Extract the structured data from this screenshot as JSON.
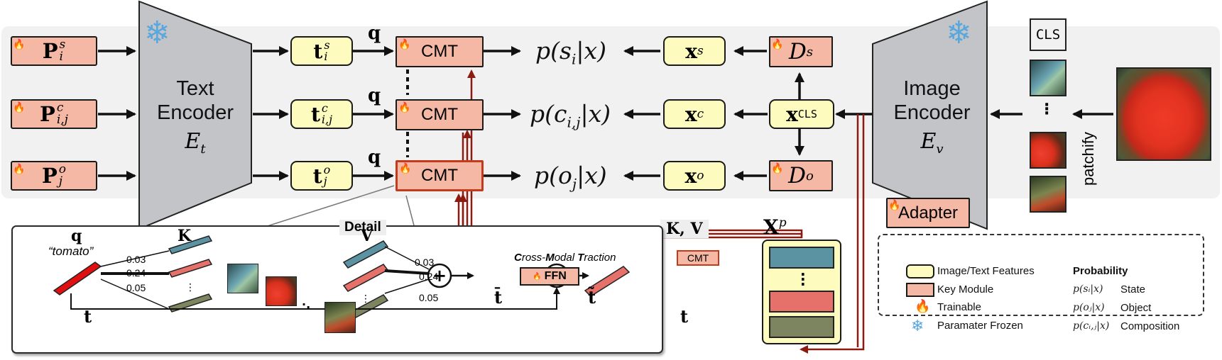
{
  "pipeline": {
    "prompts": [
      "P",
      "P",
      "P"
    ],
    "prompt_sup": [
      "s",
      "c",
      "o"
    ],
    "prompt_sub": [
      "i",
      "i,j",
      "j"
    ],
    "features": [
      "t",
      "t",
      "t"
    ],
    "query": "q",
    "cmt": "CMT",
    "probs": [
      "p(s_i|x)",
      "p(c_i,j|x)",
      "p(o_j|x)"
    ],
    "img_feats": [
      "x^s",
      "x^c",
      "x^o"
    ],
    "cls_feat": "x^CLS",
    "decoders": [
      "D^s",
      "D^o"
    ],
    "kv_label": "K, V",
    "patch_feats_label": "X^p"
  },
  "text_encoder": {
    "line1": "Text",
    "line2": "Encoder",
    "symbol": "E_t"
  },
  "image_encoder": {
    "line1": "Image",
    "line2": "Encoder",
    "symbol": "E_v"
  },
  "adapter": "Adapter",
  "cls_token": "CLS",
  "patchify": "patchify",
  "detail": {
    "title": "Detail",
    "q": "q",
    "word": "“tomato”",
    "t": "t",
    "K": "K",
    "V": "V",
    "weights_k": [
      "0.03",
      "0.24",
      "0.05"
    ],
    "weights_v": [
      "0.03",
      "0.24",
      "0.05"
    ],
    "ffn": "FFN",
    "t_bar": "t̄",
    "t_tilde": "t̃",
    "t_out": "t",
    "cmt_caption_parts": [
      "C",
      "ross-",
      "M",
      "odal ",
      "T",
      "raction"
    ],
    "cmt_tag": "CMT"
  },
  "legend": {
    "features": "Image/Text Features",
    "key_module": "Key Module",
    "trainable": "Trainable",
    "frozen": "Paramater Frozen",
    "prob_header": "Probability",
    "prob_rows": [
      {
        "expr": "p(sᵢ|x)",
        "label": "State"
      },
      {
        "expr": "p(oⱼ|x)",
        "label": "Object"
      },
      {
        "expr": "p(cᵢ,ⱼ|x)",
        "label": "Composition"
      }
    ]
  },
  "colors": {
    "key_module": "#f4b8a4",
    "feature": "#fdfbbd",
    "arrow_red": "#8b1a10",
    "patch_blue": "#5b93a2",
    "patch_red": "#e6706a",
    "patch_green": "#7d8560"
  }
}
